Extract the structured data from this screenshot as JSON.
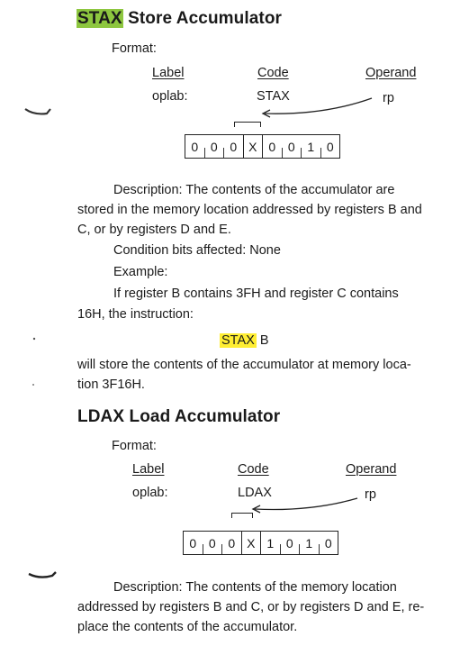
{
  "colors": {
    "highlight_dark": "#8dc63f",
    "highlight_yellow": "#ffee33"
  },
  "stax": {
    "mnemonic": "STAX",
    "title_rest": "Store Accumulator",
    "format_label": "Format:",
    "col_label": "Label",
    "col_code": "Code",
    "col_operand": "Operand",
    "label_value": "oplab:",
    "code_value": "STAX",
    "operand_value": "rp",
    "bits": [
      "0",
      "0",
      "0",
      "X",
      "0",
      "0",
      "1",
      "0"
    ],
    "description_1": "Description: The contents of the accumulator are",
    "description_2": "stored in the memory location addressed by registers B and",
    "description_3": "C, or by registers D and E.",
    "condition": "Condition bits affected: None",
    "example_label": "Example:",
    "example_1": "If register B contains 3FH and register C contains",
    "example_2": "16H, the instruction:",
    "example_mnemonic": "STAX",
    "example_operand": "B",
    "result_1": "will store the contents of the accumulator at memory loca-",
    "result_2": "tion 3F16H."
  },
  "ldax": {
    "mnemonic": "LDAX",
    "title_rest": "Load Accumulator",
    "format_label": "Format:",
    "col_label": "Label",
    "col_code": "Code",
    "col_operand": "Operand",
    "label_value": "oplab:",
    "code_value": "LDAX",
    "operand_value": "rp",
    "bits": [
      "0",
      "0",
      "0",
      "X",
      "1",
      "0",
      "1",
      "0"
    ],
    "description_1": "Description: The contents of the memory location",
    "description_2": "addressed by registers B and C, or by registers D and E, re-",
    "description_3": "place the contents of the accumulator."
  }
}
